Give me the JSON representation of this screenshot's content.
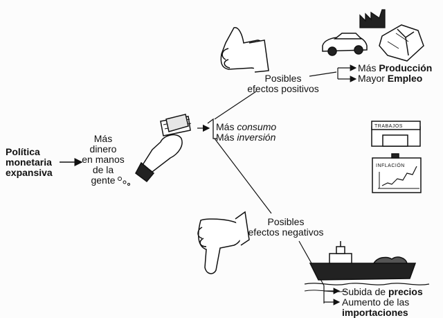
{
  "origin": {
    "line1": "Política",
    "line2": "monetaria",
    "line3": "expansiva"
  },
  "mechanism": {
    "line1": "Más",
    "line2": "dinero",
    "line3": "en manos",
    "line4": "de la",
    "line5": "gente"
  },
  "effects": {
    "consumo_prefix": "Más ",
    "consumo_word": "consumo",
    "inversion_prefix": "Más ",
    "inversion_word": "inversión"
  },
  "positive": {
    "title_line1": "Posibles",
    "title_line2": "efectos positivos",
    "item1_prefix": "Más ",
    "item1_bold": "Producción",
    "item2_prefix": "Mayor ",
    "item2_bold": "Empleo"
  },
  "negative": {
    "title_line1": "Posibles",
    "title_line2": "efectos negativos",
    "item1_prefix": "Subida de ",
    "item1_bold": "precios",
    "item2_line1": "Aumento de las",
    "item2_bold": "importaciones"
  },
  "signs": {
    "trabajos": "TRABAJOS",
    "inflacion": "INFLACIÓN"
  },
  "icons": [
    "thumbs-up-icon",
    "thumbs-down-icon",
    "money-hand-icon",
    "car-icon",
    "factory-icon",
    "shirt-icon",
    "building-icon",
    "chart-icon",
    "ship-icon"
  ]
}
